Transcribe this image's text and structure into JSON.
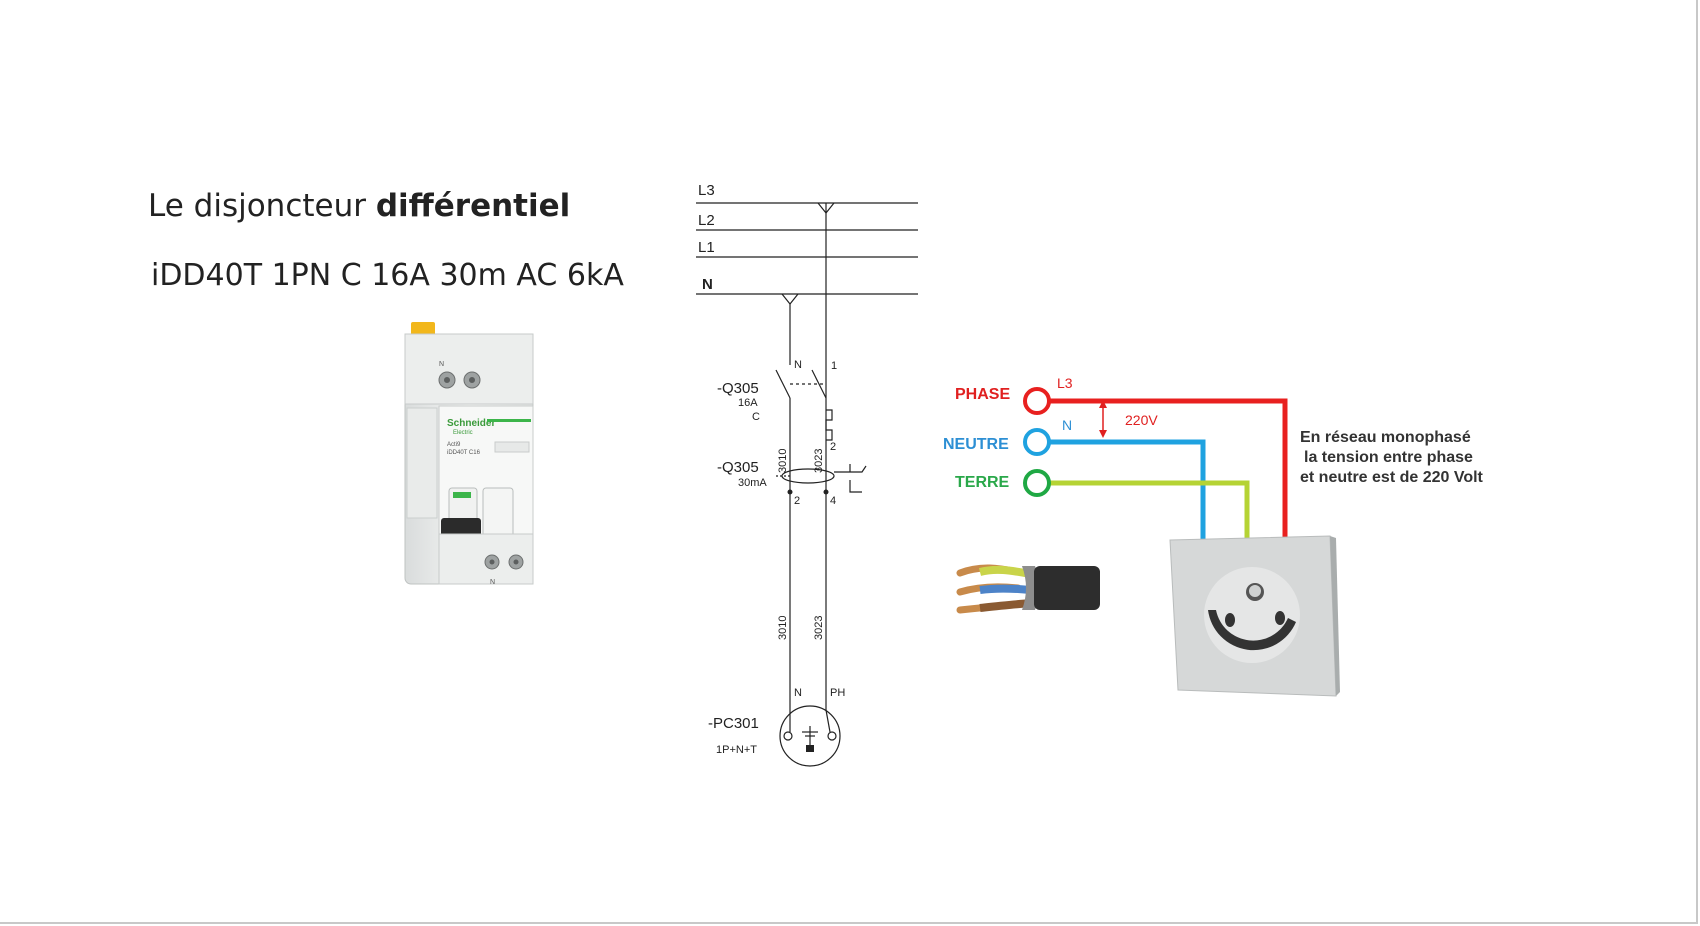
{
  "title": {
    "prefix": "Le disjoncteur ",
    "bold": "différentiel"
  },
  "subtitle": "iDD40T 1PN C 16A 30m AC 6kA",
  "breaker": {
    "brand": "Schneider",
    "brand_sub": "Electric",
    "series": "Acti9",
    "model": "iDD40T C16",
    "terminal_top": "N",
    "terminal_bottom": "N",
    "color_green": "#3cb54a",
    "color_handle": "#2b2b2b",
    "color_clip": "#f2b71b"
  },
  "schematic": {
    "bus_labels": [
      "L3",
      "L2",
      "L1",
      "N"
    ],
    "q305_top_label": "-Q305",
    "q305_rating": "16A",
    "q305_curve": "C",
    "q305_bottom_label": "-Q305",
    "q305_sensitivity": "30mA",
    "pole_n": "N",
    "pole_x1": "1",
    "pole_2_left": "2",
    "pole_2_right": "2",
    "pole_4": "4",
    "wire_3010_upper": "3010",
    "wire_3023_upper": "3023",
    "wire_3010_lower": "3010",
    "wire_3023_lower": "3023",
    "socket_n": "N",
    "socket_ph": "PH",
    "socket_label": "-PC301",
    "socket_type": "1P+N+T"
  },
  "wiring": {
    "phase_label": "PHASE",
    "neutre_label": "NEUTRE",
    "terre_label": "TERRE",
    "l3_label": "L3",
    "n_label": "N",
    "voltage_label": "220V",
    "color_phase": "#e8201f",
    "color_neutre": "#1fa2e0",
    "color_terre": "#1fa844",
    "color_terre_wire": "#b5d334",
    "color_phase_text": "#e02020",
    "color_neutre_text": "#2d8fd4",
    "color_terre_text": "#2aa84a"
  },
  "note": {
    "line1": "En réseau monophasé",
    "line2": "la tension entre phase",
    "line3": "et neutre est de  220 Volt"
  }
}
